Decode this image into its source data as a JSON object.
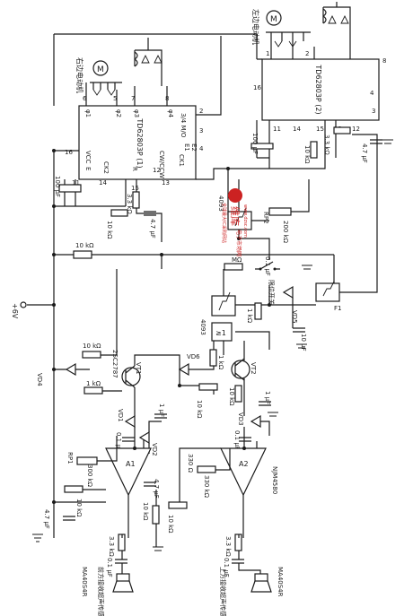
{
  "chips": {
    "u1_name": "TD62803P (1)",
    "u2_name": "TD62803P (2)",
    "u1_pins_top": [
      "6",
      "5",
      "7",
      "8"
    ],
    "u1_pins_right": [
      "3/4 M/O",
      "E1",
      "E2",
      "CW/CCW",
      "R"
    ],
    "u1_pins_left": [
      "VCC",
      "E",
      "CK2",
      "CK1"
    ],
    "u1_pin_numbers": [
      "16",
      "11",
      "14",
      "13",
      "12",
      "15",
      "3",
      "4",
      "2"
    ],
    "u2_pins_right": [
      "4",
      "8"
    ],
    "u2_pin_numbers": [
      "16",
      "1",
      "2",
      "3",
      "15",
      "11",
      "14",
      "13",
      "12"
    ]
  },
  "motors": {
    "right_label": "右边电动机",
    "left_label": "左边电动机",
    "motor_symbol": "M",
    "phases": [
      "φ1",
      "φ2",
      "φ3",
      "φ4"
    ]
  },
  "components": {
    "c_100uF": "100 μF",
    "c_100uF_b": "100 μF",
    "c_4_7uF_a": "4.7 μF",
    "c_4_7uF_b": "4.7 μF",
    "c_4_7uF_c": "4.7 μF",
    "c_4_7uF_d": "4.7 μF",
    "c_10uF": "10 μF",
    "c_0_1uF_a": "0.1 μF",
    "c_0_1uF_b": "0.1 μF",
    "c_0_1uF_c": "0.1 μF",
    "c_0_1uF_d": "0.1 μF",
    "c_0_1uF_e": "0.1 μF",
    "c_1uF_a": "1 μF",
    "c_1uF_b": "1 μF",
    "r_10k_a": "10 kΩ",
    "r_10k_b": "10 kΩ",
    "r_10k_c": "10 kΩ",
    "r_10k_d": "10 kΩ",
    "r_10k_e": "10 kΩ",
    "r_10k_f": "10 kΩ",
    "r_10k_g": "10 kΩ",
    "r_10k_h": "10 kΩ",
    "r_10k_i": "10 kΩ",
    "r_3_3k_a": "3.3 kΩ",
    "r_3_3k_b": "3.3 kΩ",
    "r_3_3k_c": "3.3 kΩ",
    "r_3_3k_d": "3.3 kΩ",
    "r_1k_a": "1 kΩ",
    "r_1k_b": "1 kΩ",
    "r_1k_c": "1 kΩ",
    "r_1mohm": "MΩ",
    "r_200k": "200 kΩ",
    "r_330k": "330 kΩ",
    "r_300k": "300 kΩ",
    "r_330": "330 Ω",
    "rp1": "RP1",
    "rp2": "RP2",
    "gate_4093_a": "4093",
    "gate_4093_b": "4093",
    "gate_ge1": "≥1",
    "f1": "F1",
    "switch_label": "限位开关",
    "vd1": "VD1",
    "vd2": "VD2",
    "vd3": "VD3",
    "vd4": "VD4",
    "vd5": "VD5",
    "vd6": "VD6",
    "vt1": "VT1",
    "vt2": "VT2",
    "transistor": "2SC2787",
    "opamp_a1": "A1",
    "opamp_a2": "A2",
    "opamp_part": "NJM4580",
    "sensor_part_1": "MA40S4R",
    "sensor_part_2": "MA40S4R",
    "sensor_label_1": "前方接收超声传感器",
    "sensor_label_2": "上方接收超声传感器",
    "supply": "+6V"
  },
  "watermark": {
    "logo": "维库",
    "cn_line1": "电子市场网",
    "cn_line2": "全球最大IC采购网站",
    "url": "www.dzsc.com"
  }
}
